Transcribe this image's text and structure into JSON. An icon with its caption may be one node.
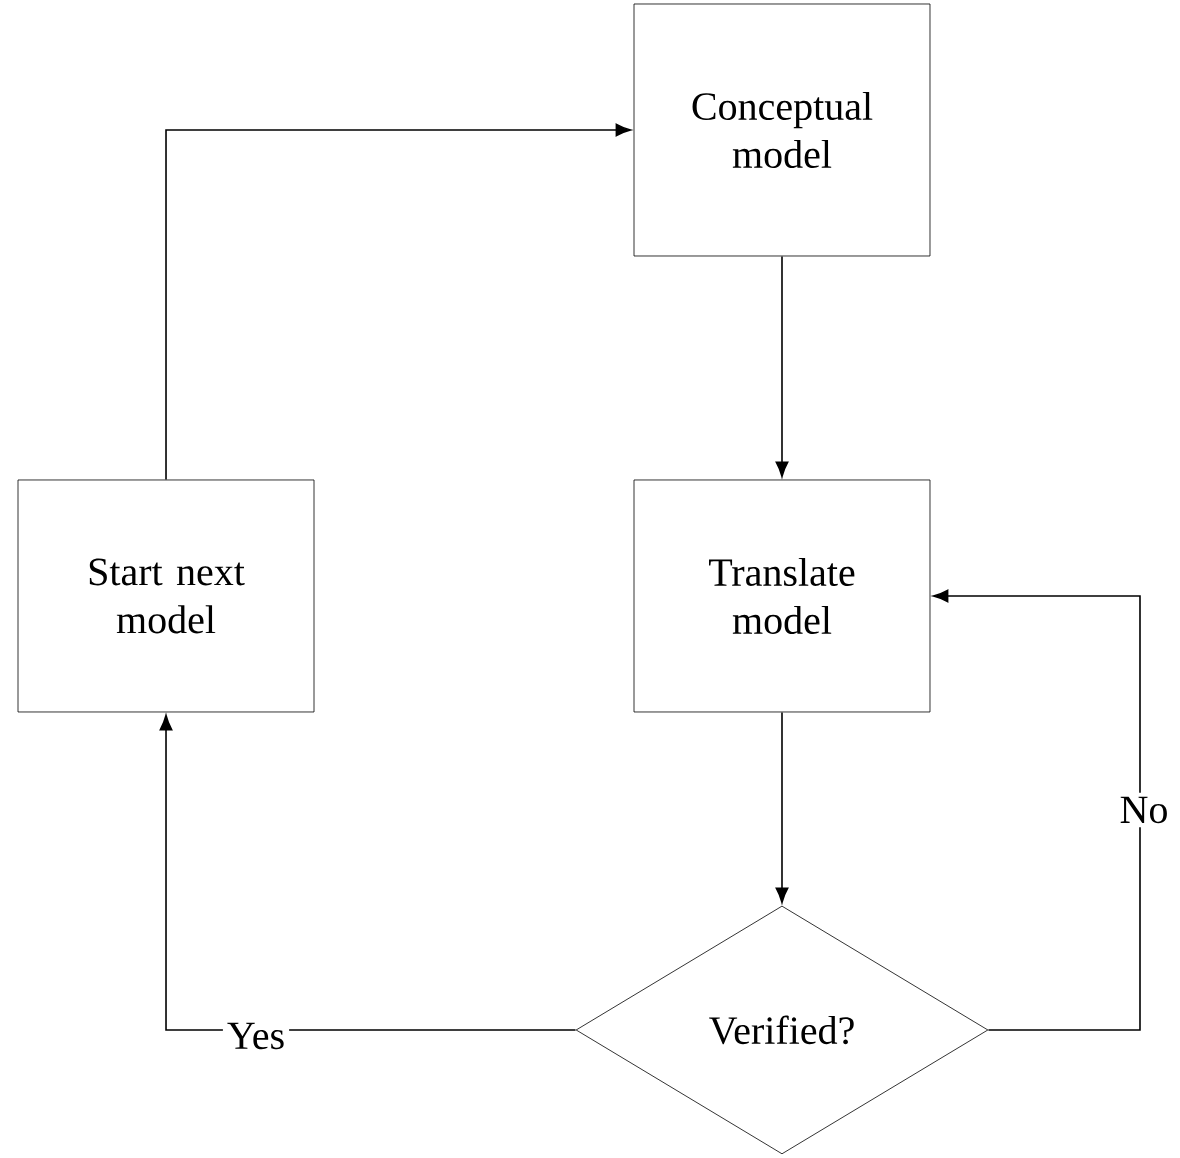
{
  "diagram": {
    "nodes": [
      {
        "text": [
          "Conceptual model"
        ]
      },
      {
        "text": [
          "Translate model"
        ]
      },
      {
        "text": [
          "Start next model"
        ]
      },
      {
        "text": [
          "Verified?"
        ]
      }
    ],
    "edges": [
      {
        "from": 0,
        "to": 1,
        "arrow": "to"
      },
      {
        "from": 1,
        "to": 3,
        "arrow": "to"
      },
      {
        "from": 3,
        "to": 1,
        "arrow": "to",
        "label": "No"
      },
      {
        "from": 3,
        "to": 2,
        "arrow": "to",
        "label": "Yes"
      },
      {
        "from": 2,
        "to": 0,
        "arrow": "to"
      }
    ]
  }
}
